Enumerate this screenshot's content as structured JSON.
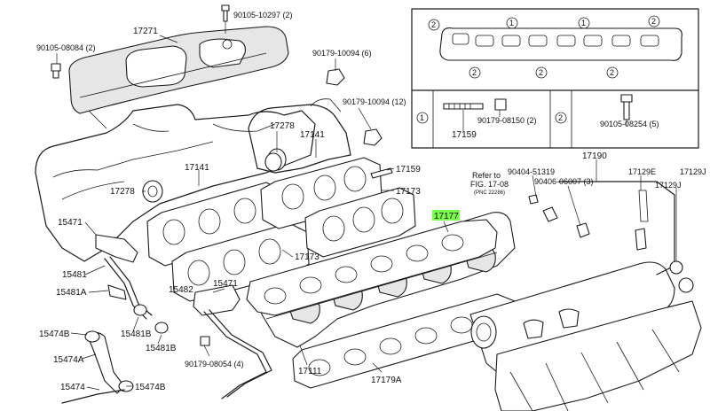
{
  "labels": {
    "l_90105_10297": "90105-10297 (2)",
    "l_17271": "17271",
    "l_90105_08084": "90105-08084 (2)",
    "l_90179_10094_6": "90179-10094 (6)",
    "l_90179_10094_12": "90179-10094 (12)",
    "l_17278_a": "17278",
    "l_17141_a": "17141",
    "l_17141_b": "17141",
    "l_17278_b": "17278",
    "l_17159_a": "17159",
    "l_17173_a": "17173",
    "l_17173_b": "17173",
    "l_15471_a": "15471",
    "l_15481": "15481",
    "l_15481A": "15481A",
    "l_15482": "15482",
    "l_15471_b": "15471",
    "l_15481B_a": "15481B",
    "l_15474B_a": "15474B",
    "l_15481B_b": "15481B",
    "l_15474A": "15474A",
    "l_15474": "15474",
    "l_15474B_b": "15474B",
    "l_90179_08054": "90179-08054 (4)",
    "l_17111": "17111",
    "l_17179A": "17179A",
    "l_17177": "17177",
    "l_refer": "Refer to",
    "l_fig": "FIG. 17-08",
    "l_pnc": "(PNC 22286)",
    "l_90404": "90404-51319",
    "l_90406": "90406-06007 (3)",
    "l_17190": "17190",
    "l_17129E": "17129E",
    "l_17129J": "17129J",
    "l_17129J2": "17129J",
    "l_17159_b": "17159",
    "l_90179_08150": "90179-08150 (2)",
    "l_90105_08254": "90105-08254 (5)"
  },
  "inset": {
    "circle_1": "1",
    "circle_2": "2"
  },
  "colors": {
    "highlight": "#7CFC4E",
    "ink": "#1a1a1a",
    "background": "#ffffff"
  }
}
